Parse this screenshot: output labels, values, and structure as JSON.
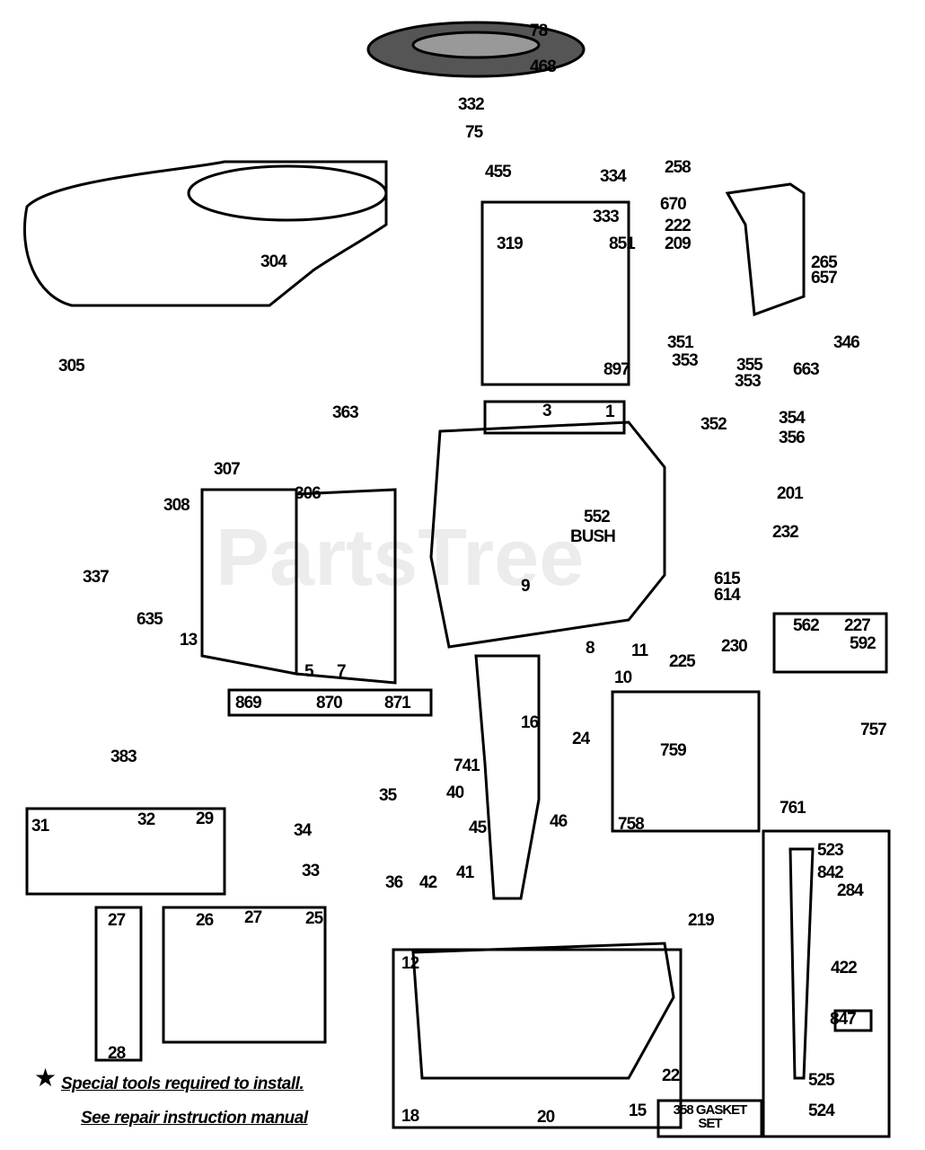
{
  "watermark": "PartsTree",
  "part_labels": [
    "78",
    "468",
    "332",
    "75",
    "455",
    "334",
    "258",
    "670",
    "222",
    "209",
    "333",
    "319",
    "851",
    "265",
    "657",
    "346",
    "663",
    "897",
    "304",
    "305",
    "363",
    "351",
    "353",
    "355",
    "353",
    "352",
    "354",
    "356",
    "3",
    "1",
    "307",
    "308",
    "306",
    "201",
    "232",
    "552",
    "BUSH",
    "337",
    "615",
    "614",
    "635",
    "9",
    "227",
    "562",
    "592",
    "230",
    "13",
    "225",
    "8",
    "11",
    "5",
    "7",
    "10",
    "869",
    "870",
    "871",
    "383",
    "16",
    "24",
    "757",
    "759",
    "741",
    "761",
    "35",
    "40",
    "29",
    "31",
    "32",
    "34",
    "45",
    "46",
    "758",
    "523",
    "33",
    "36",
    "42",
    "41",
    "842",
    "284",
    "219",
    "27",
    "26",
    "27",
    "25",
    "12",
    "422",
    "847",
    "28",
    "22",
    "525",
    "18",
    "20",
    "15",
    "358 GASKET SET",
    "524"
  ],
  "footnote": {
    "symbol": "★",
    "line1": "Special tools required to install.",
    "line2": "See repair instruction manual"
  }
}
